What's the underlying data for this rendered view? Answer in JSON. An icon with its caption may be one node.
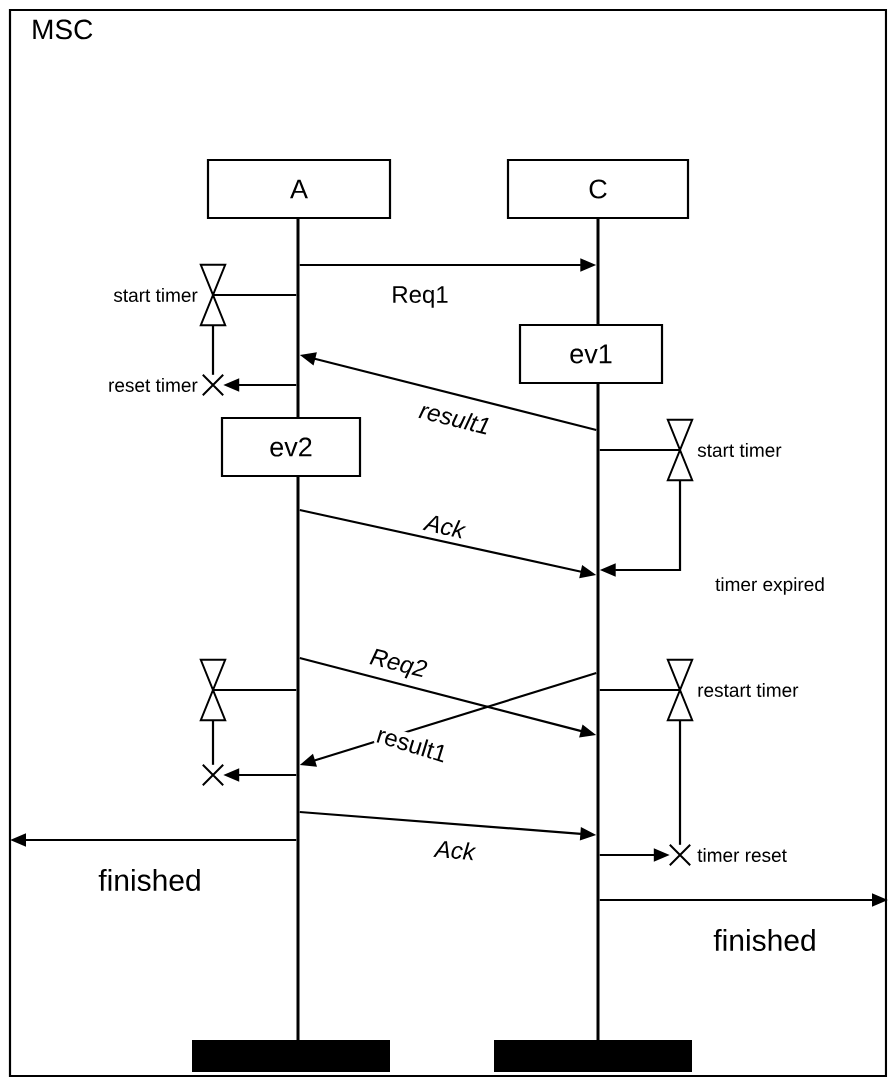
{
  "diagram": {
    "nodes": [
      {
        "text": [
          "MSC"
        ]
      },
      {
        "text": [
          "A"
        ],
        "in": 0
      },
      {
        "text": [
          "C"
        ],
        "in": 0
      },
      {
        "text": [],
        "shape": "line",
        "in": 0
      },
      {
        "text": [],
        "shape": "line",
        "in": 0
      },
      {
        "text": [],
        "shape": "hourglass",
        "in": 0,
        "beside": [
          "start timer"
        ]
      },
      {
        "text": [],
        "shape": "cross",
        "in": 0,
        "beside": [
          "reset timer"
        ]
      },
      {
        "text": [
          "ev1"
        ],
        "in": 0
      },
      {
        "text": [
          "ev2"
        ],
        "in": 0
      },
      {
        "text": [],
        "shape": "hourglass",
        "in": 0,
        "beside": [
          "start timer"
        ]
      },
      {
        "text": [],
        "shape": "hourglass",
        "in": 0
      },
      {
        "text": [],
        "shape": "hourglass",
        "in": 0,
        "beside": [
          "restart timer"
        ]
      },
      {
        "text": [],
        "shape": "cross",
        "in": 0
      },
      {
        "text": [],
        "shape": "cross",
        "in": 0,
        "beside": [
          "timer reset"
        ]
      },
      {
        "text": [],
        "shape": "bar",
        "in": 0
      },
      {
        "text": [],
        "shape": "bar",
        "in": 0
      }
    ],
    "edges": [
      {
        "from": 3,
        "to": 4,
        "arrow": "to",
        "label": "Req1"
      },
      {
        "from": 3,
        "to": 5,
        "arrow": "none"
      },
      {
        "from": 3,
        "to": 6,
        "arrow": "to"
      },
      {
        "from": 5,
        "to": 6,
        "arrow": "none"
      },
      {
        "from": 4,
        "to": 3,
        "arrow": "to",
        "label": "result1"
      },
      {
        "from": 4,
        "to": 9,
        "arrow": "none"
      },
      {
        "from": 9,
        "to": 4,
        "arrow": "to",
        "label": "timer expired"
      },
      {
        "from": 3,
        "to": 4,
        "arrow": "to",
        "label": "Ack"
      },
      {
        "from": 3,
        "to": 4,
        "arrow": "to",
        "label": "Req2"
      },
      {
        "from": 4,
        "to": 3,
        "arrow": "to",
        "label": "result1"
      },
      {
        "from": 3,
        "to": 10,
        "arrow": "none"
      },
      {
        "from": 10,
        "to": 12,
        "arrow": "none"
      },
      {
        "from": 3,
        "to": 12,
        "arrow": "to"
      },
      {
        "from": 4,
        "to": 11,
        "arrow": "none"
      },
      {
        "from": 11,
        "to": 13,
        "arrow": "none"
      },
      {
        "from": 4,
        "to": 13,
        "arrow": "to"
      },
      {
        "from": 3,
        "to": 4,
        "arrow": "to",
        "label": "Ack"
      },
      {
        "from": 3,
        "to": null,
        "arrow": "to",
        "label": "finished"
      },
      {
        "from": 4,
        "to": null,
        "arrow": "to",
        "label": "finished"
      }
    ]
  }
}
